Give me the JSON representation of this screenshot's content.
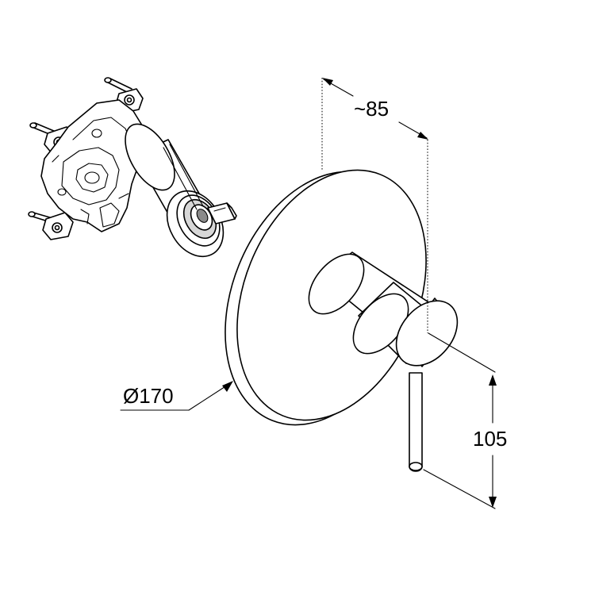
{
  "dimensions": {
    "depth": "~85",
    "diameter": "Ø170",
    "height": "105"
  },
  "colors": {
    "line": "#000000",
    "background": "#ffffff",
    "shading": "#d7d7d7"
  },
  "icons": {
    "valve_body": "concealed-valve-body-illustration",
    "trim": "round-cover-plate-with-lever-illustration"
  }
}
